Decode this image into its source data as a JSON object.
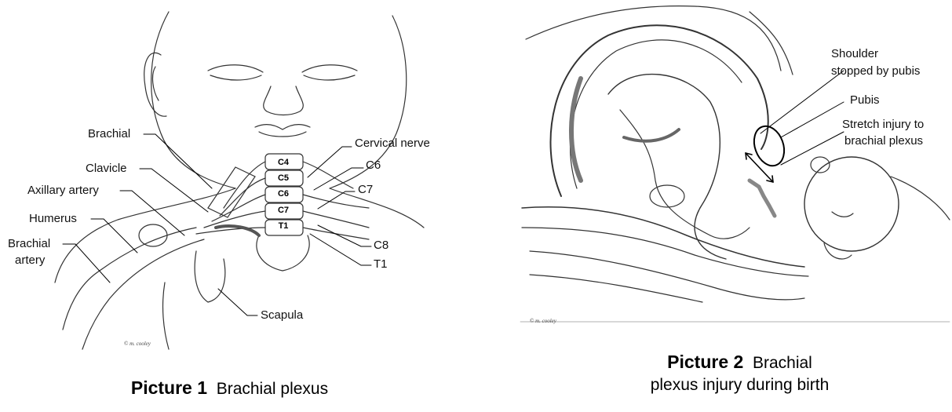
{
  "picture1": {
    "labels": {
      "brachial": "Brachial",
      "clavicle": "Clavicle",
      "axillary_artery": "Axillary artery",
      "humerus": "Humerus",
      "brachial_artery_line1": "Brachial",
      "brachial_artery_line2": "artery",
      "cervical_nerve": "Cervical nerve",
      "c6": "C6",
      "c7": "C7",
      "c8": "C8",
      "t1": "T1",
      "scapula": "Scapula"
    },
    "vertebrae": [
      "C4",
      "C5",
      "C6",
      "C7",
      "T1"
    ],
    "credit": "© m. cooley",
    "caption_bold": "Picture 1",
    "caption_text": "Brachial plexus"
  },
  "picture2": {
    "labels": {
      "shoulder_line1": "Shoulder",
      "shoulder_line2": "stopped by pubis",
      "pubis": "Pubis",
      "stretch_line1": "Stretch injury to",
      "stretch_line2": "brachial plexus"
    },
    "credit": "© m. cooley",
    "caption_bold": "Picture 2",
    "caption_text_line1": "Brachial",
    "caption_text_line2": "plexus injury during birth"
  }
}
